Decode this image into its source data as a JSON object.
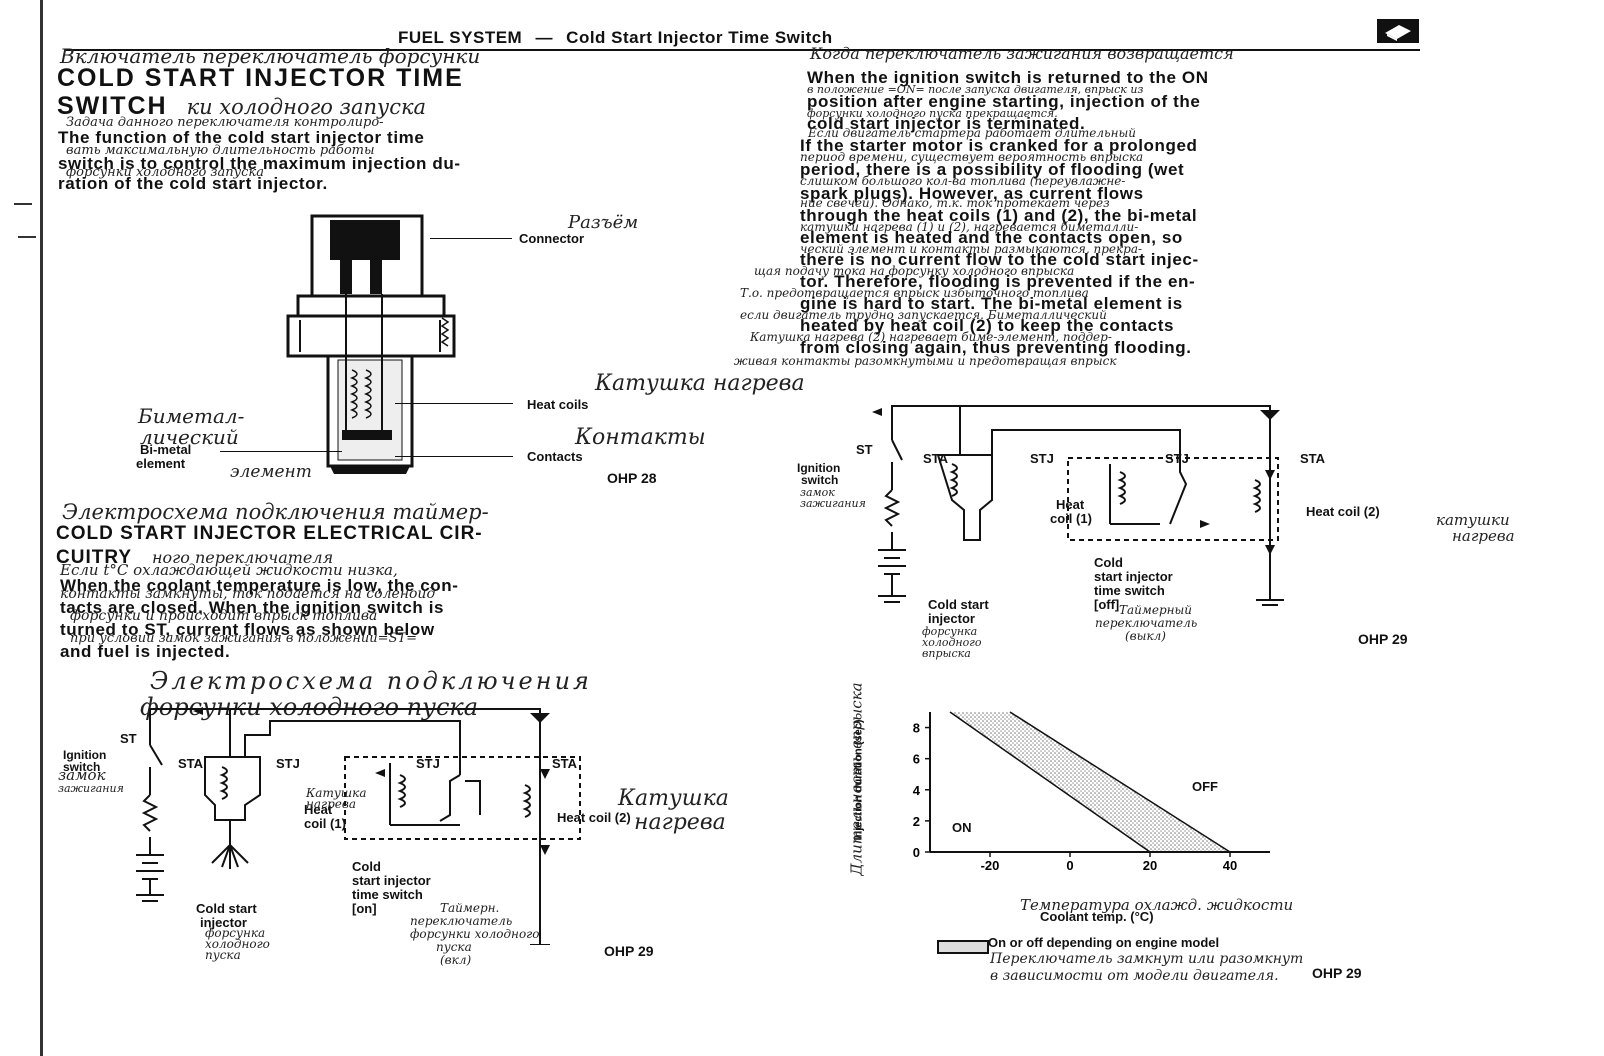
{
  "header": {
    "section": "FUEL SYSTEM",
    "dash": "—",
    "subsection": "Cold Start Injector Time Switch"
  },
  "left": {
    "hand_top": "Включатель переключатель форсунки",
    "title_line1": "COLD START INJECTOR TIME",
    "title_line2": "SWITCH",
    "hand_title": "ки холодного запуска",
    "intro_lines": [
      "The function of the cold start injector time",
      "switch is to control the maximum injection du-",
      "ration of the cold start injector."
    ],
    "intro_hand": [
      "Задача данного переключателя контролиро-",
      "вать максимальную длительность работы",
      "форсунки холодного запуска"
    ],
    "fig1": {
      "connector": "Connector",
      "connector_hand": "Разъём",
      "heat_coils": "Heat coils",
      "heat_coils_hand": "Катушка нагрева",
      "bimetal": "Bi-metal",
      "element": "element",
      "bimetal_hand1": "Биметал-",
      "bimetal_hand2": "лический",
      "bimetal_hand3": "элемент",
      "contacts": "Contacts",
      "contacts_hand": "Контакты",
      "ohp": "OHP 28"
    },
    "section2_hand": "Электросхема подключения таймер-",
    "section2_title1": "COLD START INJECTOR ELECTRICAL CIR-",
    "section2_title2": "CUITRY",
    "section2_hand2": "ного переключателя",
    "sec2_lines": [
      "When the coolant temperature is low, the con-",
      "tacts are closed. When the ignition switch is",
      "turned to ST, current flows as shown below",
      "and fuel is injected."
    ],
    "sec2_hand": [
      "Если t°С охлаждающей жидкости низка,",
      "контакты замкнуты, ток подается на соленоид",
      "форсунки и происходит впрыск топлива",
      "при условии замок зажигания в положении=ST="
    ],
    "hand_caption": [
      "Электросхема подключения",
      "форсунки холодного пуска"
    ],
    "diagram": {
      "st": "ST",
      "ignition": "Ignition",
      "switch": "switch",
      "ign_hand1": "замок",
      "ign_hand2": "зажигания",
      "sta1": "STA",
      "stj1": "STJ",
      "stj2": "STJ",
      "sta2": "STA",
      "heat_label1": "Heat",
      "heat_label2": "coil (1)",
      "heat_hand1": "Катушка",
      "heat_hand2": "нагрева",
      "heat_coil2": "Heat coil (2)",
      "heat2_hand1": "Катушка",
      "heat2_hand2": "нагрева",
      "cold_switch": [
        "Cold",
        "start injector",
        "time switch",
        "[on]"
      ],
      "cold_switch_hand": [
        "Таймерн.",
        "переключатель",
        "форсунки холодного",
        "пуска",
        "(вкл)"
      ],
      "cold_inj1": "Cold start",
      "cold_inj2": "injector",
      "cold_inj_hand": [
        "форсунка",
        "холодного",
        "пуска"
      ],
      "ohp": "OHP 29"
    }
  },
  "right": {
    "top_hand": "Когда переключатель зажигания возвращается",
    "p1_lines": [
      "When the ignition switch is returned to the ON",
      "position after engine starting, injection of the",
      "cold start injector is terminated."
    ],
    "p1_hand": [
      "в положение =ON= после запуска двигателя, впрыск из",
      "форсунки холодного пуска прекращается."
    ],
    "p2_lines": [
      "If the starter motor is cranked for a prolonged",
      "period, there is a possibility of flooding (wet",
      "spark plugs). However, as current flows",
      "through the heat coils (1) and (2), the bi-metal",
      "element is heated and the contacts open, so",
      "there is no current flow to the cold start injec-",
      "tor. Therefore, flooding is prevented if the en-",
      "gine is hard to start. The bi-metal element is",
      "heated by heat coil (2) to keep the contacts",
      "from closing again, thus preventing flooding."
    ],
    "p2_hand": [
      "Если двигатель стартера работает длительный",
      "период времени, существует вероятность впрыска",
      "слишком большого кол-ва топлива (переувлажне-",
      "ние свечей). Однако, т.к. ток протекает через",
      "катушки нагрева (1) и (2), нагревается биметалли-",
      "ческий элемент и контакты размыкаются, прекра-",
      "щая подачу тока на форсунку холодного впрыска",
      "Т.о. предотвращается впрыск избыточного топлива",
      "если двигатель трудно запускается. Биметаллический",
      "Катушка нагрева (2) нагревает биме-элемент, поддер-",
      "живая контакты разомкнутыми и предотвращая впрыск"
    ],
    "diagram": {
      "st": "ST",
      "ignition": "Ignition",
      "switch": "switch",
      "ign_hand1": "замок",
      "ign_hand2": "зажигания",
      "sta1": "STA",
      "stj1": "STJ",
      "stj2": "STJ",
      "sta2": "STA",
      "heat_label1": "Heat",
      "heat_label2": "coil (1)",
      "heat_coil2": "Heat coil (2)",
      "heat2_hand1": "катушки",
      "heat2_hand2": "нагрева",
      "cold_switch": [
        "Cold",
        "start injector",
        "time switch",
        "[off]"
      ],
      "cold_switch_hand": [
        "Таймерный",
        "переключатель",
        "(выкл)"
      ],
      "cold_inj1": "Cold start",
      "cold_inj2": "injector",
      "cold_inj_hand": [
        "форсунка",
        "холодного",
        "впрыска"
      ],
      "ohp": "OHP 29"
    },
    "chart": {
      "ylabel": "Injection duration (sec)",
      "ylabel_hand": "Длительность впрыска",
      "xlabel": "Coolant temp. (°C)",
      "xlabel_hand": "Температура охлажд. жидкости",
      "on": "ON",
      "off": "OFF",
      "legend": "On or off depending on engine model",
      "legend_hand1": "Переключатель замкнут или разомкнут",
      "legend_hand2": "в зависимости от модели двигателя.",
      "ohp": "OHP 29"
    }
  },
  "chart_data": {
    "type": "area",
    "xticks": [
      -20,
      0,
      20,
      40
    ],
    "yticks": [
      0,
      2,
      4,
      6,
      8
    ],
    "xlim": [
      -35,
      50
    ],
    "ylim": [
      0,
      9
    ],
    "xlabel": "Coolant temp. (°C)",
    "ylabel": "Injection duration (sec)",
    "band_upper": {
      "x": [
        -15,
        40
      ],
      "y": [
        9,
        0
      ]
    },
    "band_lower": {
      "x": [
        -30,
        20
      ],
      "y": [
        9,
        0
      ]
    },
    "region_labels": [
      "ON",
      "OFF"
    ],
    "legend": "On or off depending on engine model",
    "grid": false
  },
  "colors": {
    "ink": "#111111",
    "pencil": "#333333",
    "band": "#999999"
  }
}
